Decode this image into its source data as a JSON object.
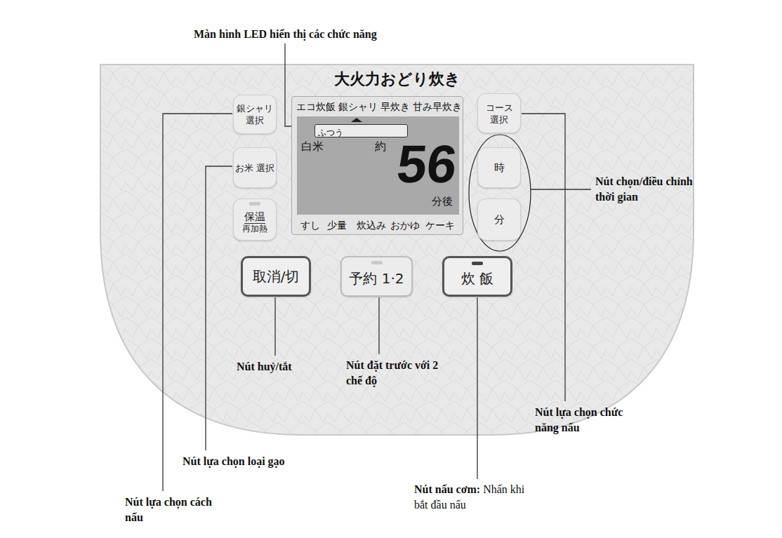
{
  "diagram": {
    "nodes": [
      {
        "text": [
          "大火力おどり炊き"
        ]
      },
      {
        "text": [
          "銀シャリ 選択"
        ],
        "in": 0
      },
      {
        "text": [
          "エコ炊飯",
          "銀シャリ",
          "早炊き",
          "甘み早炊き",
          "白米",
          "約",
          "56",
          "分後",
          "すし",
          "少量",
          "炊込み",
          "おかゆ",
          "ケーキ"
        ],
        "in": 0
      },
      {
        "text": [
          "ふつう"
        ],
        "in": 2
      },
      {
        "text": [
          "コース 選択"
        ],
        "in": 0
      },
      {
        "text": [
          "お米 選択"
        ],
        "in": 0
      },
      {
        "text": [
          "時"
        ],
        "in": 0
      },
      {
        "text": [
          "保温",
          "再加熱"
        ],
        "in": 0
      },
      {
        "text": [
          "分"
        ],
        "in": 0
      },
      {
        "text": [
          "取消/切"
        ],
        "in": 0
      },
      {
        "text": [
          "予約 1·2"
        ],
        "in": 0
      },
      {
        "text": [
          "炊 飯"
        ],
        "in": 0
      }
    ],
    "labels": [
      "Màn hình LED hiển thị các chức năng",
      "Nút chọn/điều chỉnh thời gian",
      "Nút huỷ/tắt",
      "Nút đặt trước với 2 chế độ",
      "Nút lựa chọn chức năng nấu",
      "Nút lựa chọn loại gạo",
      "Nút lựa chọn cách nấu",
      "Nút nấu cơm:",
      "Nhấn khi bắt đầu nấu"
    ]
  }
}
